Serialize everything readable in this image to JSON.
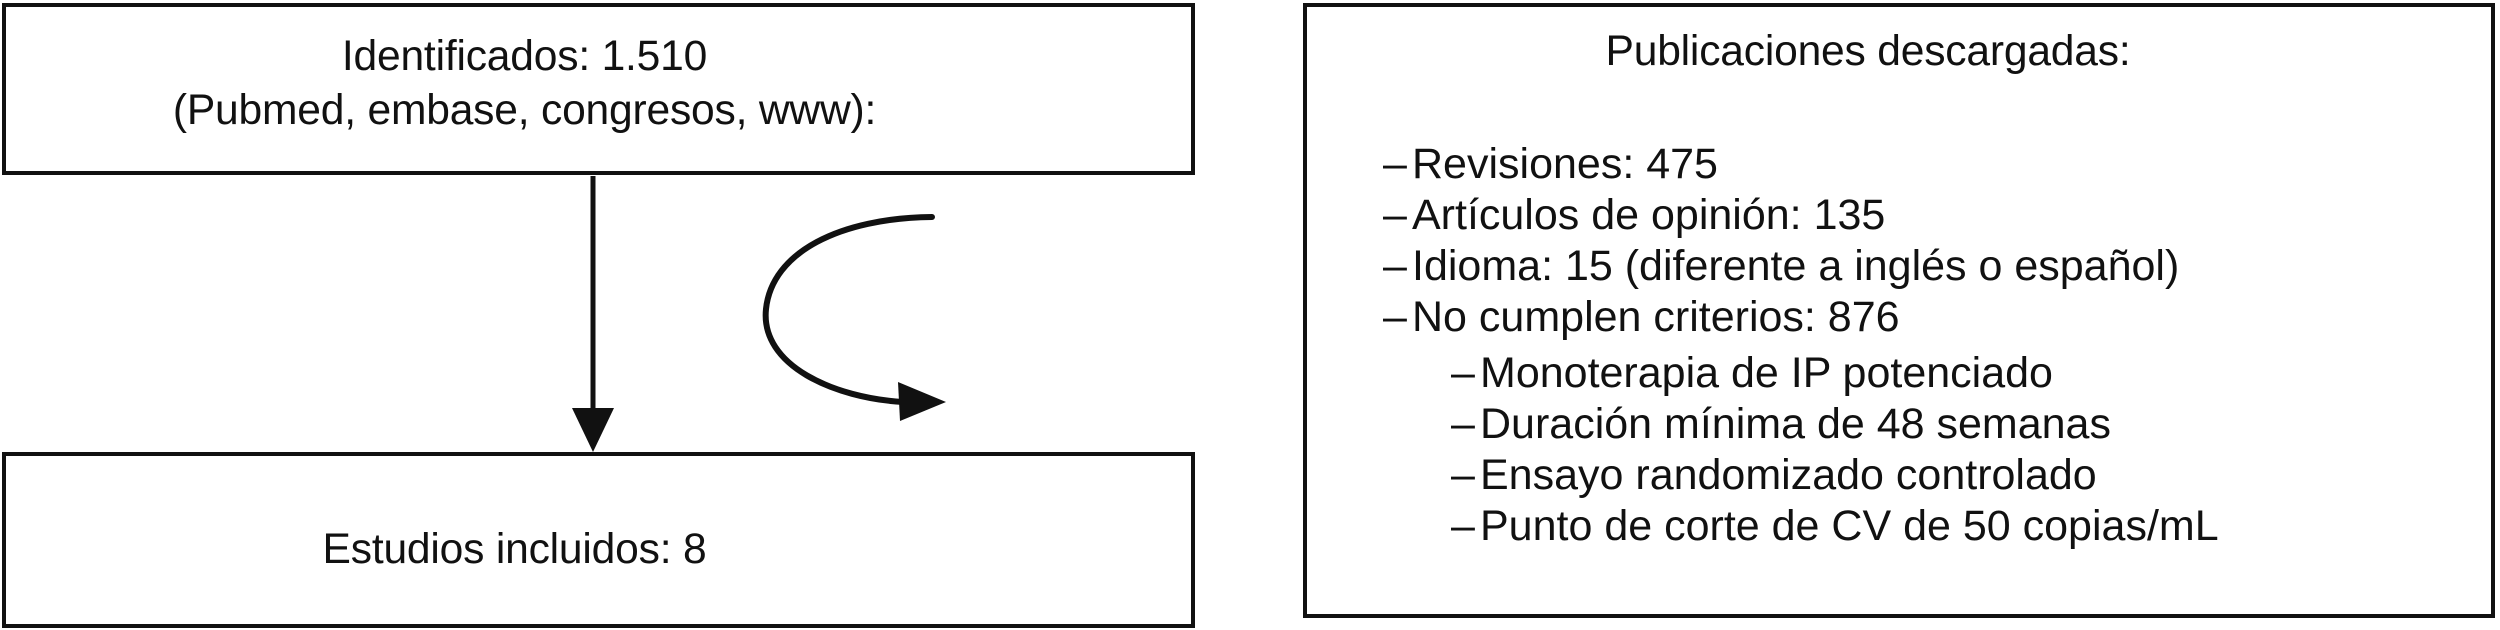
{
  "diagram": {
    "title": "Flujo de seleccion de estudios",
    "line_color": "#111111",
    "background_color": "#ffffff"
  },
  "identified_box": {
    "line1": "Identificados: 1.510",
    "line2": "(Pubmed, embase, congresos, www):"
  },
  "included_box": {
    "line1": "Estudios incluidos: 8"
  },
  "downloaded_box": {
    "title": "Publicaciones descargadas:",
    "dash": "–",
    "items": [
      {
        "level": 1,
        "text": "Revisiones: 475"
      },
      {
        "level": 1,
        "text": "Artículos de opinión: 135"
      },
      {
        "level": 1,
        "text": "Idioma: 15 (diferente a inglés o español)"
      },
      {
        "level": 1,
        "text": "No cumplen criterios: 876"
      },
      {
        "level": 2,
        "text": "Monoterapia de IP potenciado"
      },
      {
        "level": 2,
        "text": "Duración mínima de 48 semanas"
      },
      {
        "level": 2,
        "text": "Ensayo randomizado controlado"
      },
      {
        "level": 2,
        "text": "Punto de corte de CV de 50 copias/mL"
      }
    ]
  },
  "connectors": {
    "down_arrow_label": "flecha descendente",
    "curved_arrow_label": "flecha curva de exclusion"
  }
}
